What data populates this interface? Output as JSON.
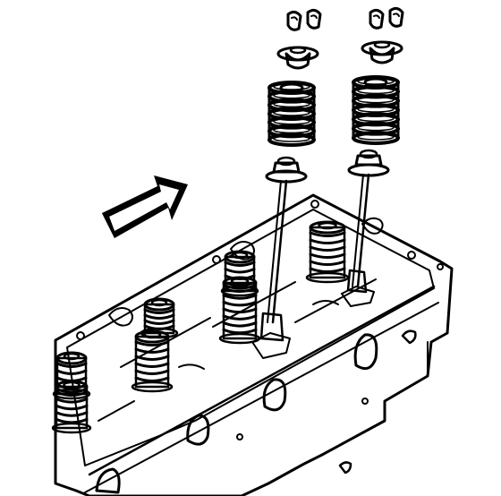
{
  "figure": {
    "style": "black line-art technical illustration",
    "colors": {
      "ink": "#000000",
      "paper": "#ffffff"
    },
    "parts": [
      {
        "name": "valve-keepers",
        "count": 2
      },
      {
        "name": "valve-spring-retainer",
        "count": 2
      },
      {
        "name": "valve-spring",
        "count": 2
      },
      {
        "name": "valve-stem-seal",
        "count": 2
      },
      {
        "name": "valve-stem",
        "count": 2
      },
      {
        "name": "cylinder-head",
        "count": 1
      },
      {
        "name": "installed-valve-spring-assembly",
        "count": 8
      }
    ],
    "arrow_icon": "front-direction-arrow"
  }
}
